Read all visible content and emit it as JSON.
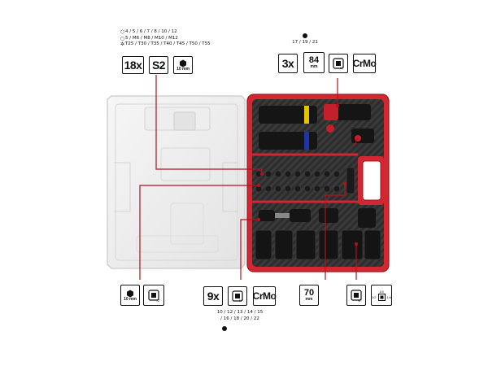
{
  "top_left": {
    "size_rows": [
      {
        "glyph": "hex-outline-icon",
        "text": "4 / 5 / 6 / 7 / 8 / 10 / 12"
      },
      {
        "glyph": "spline-outline-icon",
        "text": "5 / M6 / M8 / M10 / M12"
      },
      {
        "glyph": "torx-outline-icon",
        "text": "T25 / T30 / T35 / T40 / T45 / T50 / T55"
      }
    ],
    "count_label": "18x",
    "material_label": "S2",
    "drive_note": "10 mm"
  },
  "top_right": {
    "sizes": "17 / 19 / 21",
    "count_label": "3x",
    "length_value": "84",
    "length_unit": "mm",
    "drive_label": "½\"",
    "material_label": "CrMo"
  },
  "bottom_left": {
    "drive_note": "10 mm",
    "drive_label": "¼\""
  },
  "bottom_middle": {
    "count_label": "9x",
    "drive_label": "½\"",
    "material_label": "CrMo",
    "sizes_line1": "10 / 12 / 13 / 14 / 15",
    "sizes_line2": "/ 16 / 18 / 20 / 22"
  },
  "bottom_right": {
    "length_value": "70",
    "length_unit": "mm",
    "drive_label": "½\"",
    "adapter_top": "1/4",
    "adapter_left": "1/2",
    "adapter_right": "1/4"
  },
  "colors": {
    "accent_red": "#c8102e",
    "case_red": "#d22630",
    "foam_dark": "#2a2a2a",
    "line_red": "#b3121f"
  }
}
